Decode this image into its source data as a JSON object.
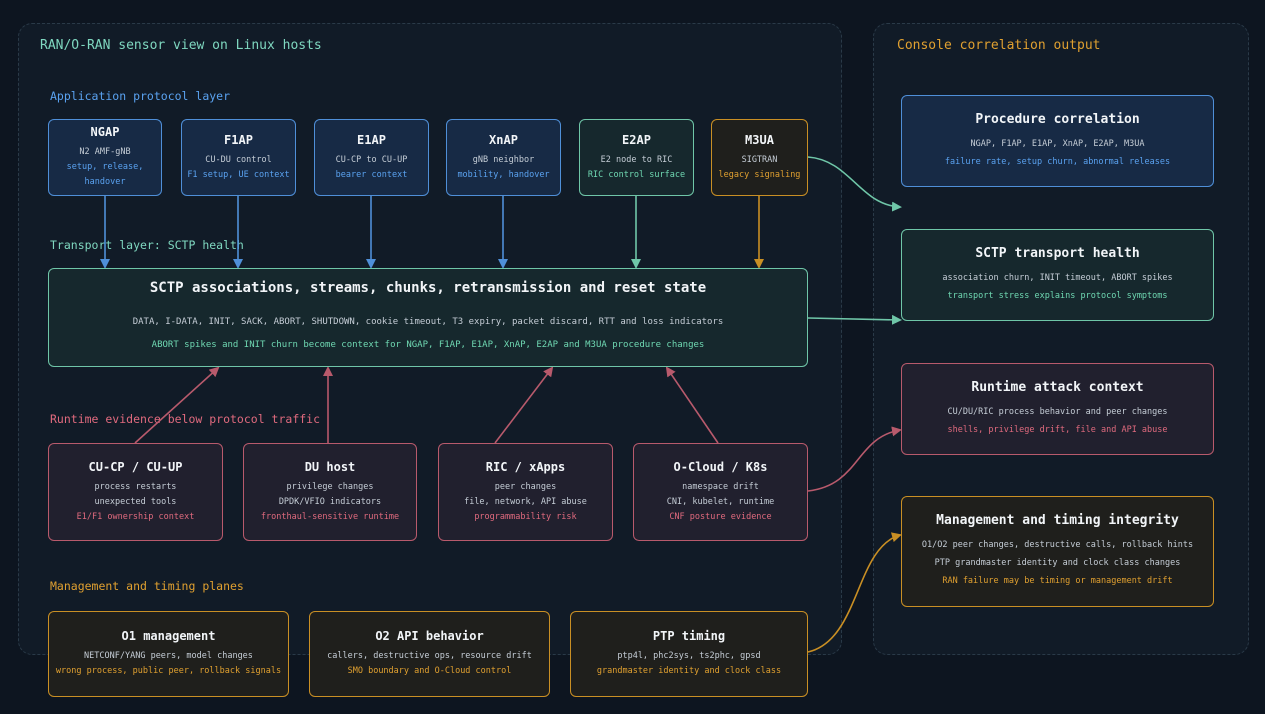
{
  "left_panel": {
    "title": "RAN/O-RAN sensor view on Linux hosts"
  },
  "right_panel": {
    "title": "Console correlation output"
  },
  "sections": {
    "app": "Application protocol layer",
    "transport": "Transport layer: SCTP health",
    "runtime": "Runtime evidence below protocol traffic",
    "mgmt": "Management and timing planes"
  },
  "protocols": [
    {
      "title": "NGAP",
      "sub": "N2 AMF-gNB",
      "hint": "setup, release, handover"
    },
    {
      "title": "F1AP",
      "sub": "CU-DU control",
      "hint": "F1 setup, UE context"
    },
    {
      "title": "E1AP",
      "sub": "CU-CP to CU-UP",
      "hint": "bearer context"
    },
    {
      "title": "XnAP",
      "sub": "gNB neighbor",
      "hint": "mobility, handover"
    },
    {
      "title": "E2AP",
      "sub": "E2 node to RIC",
      "hint": "RIC control surface"
    },
    {
      "title": "M3UA",
      "sub": "SIGTRAN",
      "hint": "legacy signaling"
    }
  ],
  "sctp": {
    "title": "SCTP associations, streams, chunks, retransmission and reset state",
    "sub": "DATA, I-DATA, INIT, SACK, ABORT, SHUTDOWN, cookie timeout, T3 expiry, packet discard, RTT and loss indicators",
    "hint": "ABORT spikes and INIT churn become context for NGAP, F1AP, E1AP, XnAP, E2AP and M3UA procedure changes"
  },
  "runtime": [
    {
      "title": "CU-CP / CU-UP",
      "sub1": "process restarts",
      "sub2": "unexpected tools",
      "hint": "E1/F1 ownership context"
    },
    {
      "title": "DU host",
      "sub1": "privilege changes",
      "sub2": "DPDK/VFIO indicators",
      "hint": "fronthaul-sensitive runtime"
    },
    {
      "title": "RIC / xApps",
      "sub1": "peer changes",
      "sub2": "file, network, API abuse",
      "hint": "programmability risk"
    },
    {
      "title": "O-Cloud / K8s",
      "sub1": "namespace drift",
      "sub2": "CNI, kubelet, runtime",
      "hint": "CNF posture evidence"
    }
  ],
  "mgmt": [
    {
      "title": "O1 management",
      "sub": "NETCONF/YANG peers, model changes",
      "hint": "wrong process, public peer, rollback signals"
    },
    {
      "title": "O2 API behavior",
      "sub": "callers, destructive ops, resource drift",
      "hint": "SMO boundary and O-Cloud control"
    },
    {
      "title": "PTP timing",
      "sub": "ptp4l, phc2sys, ts2phc, gpsd",
      "hint": "grandmaster identity and clock class"
    }
  ],
  "outputs": [
    {
      "title": "Procedure correlation",
      "sub": "NGAP, F1AP, E1AP, XnAP, E2AP, M3UA",
      "hint": "failure rate, setup churn, abnormal releases"
    },
    {
      "title": "SCTP transport health",
      "sub": "association churn, INIT timeout, ABORT spikes",
      "hint": "transport stress explains protocol symptoms"
    },
    {
      "title": "Runtime attack context",
      "sub": "CU/DU/RIC process behavior and peer changes",
      "hint": "shells, privilege drift, file and API abuse"
    },
    {
      "title": "Management and timing integrity",
      "sub": "O1/O2 peer changes, destructive calls, rollback hints",
      "sub2": "PTP grandmaster identity and clock class changes",
      "hint": "RAN failure may be timing or management drift"
    }
  ],
  "colors": {
    "blue": "#4f8fd8",
    "green": "#6fc6a8",
    "gold": "#c98f24",
    "red": "#b85a6c",
    "background": "#0d1520"
  }
}
